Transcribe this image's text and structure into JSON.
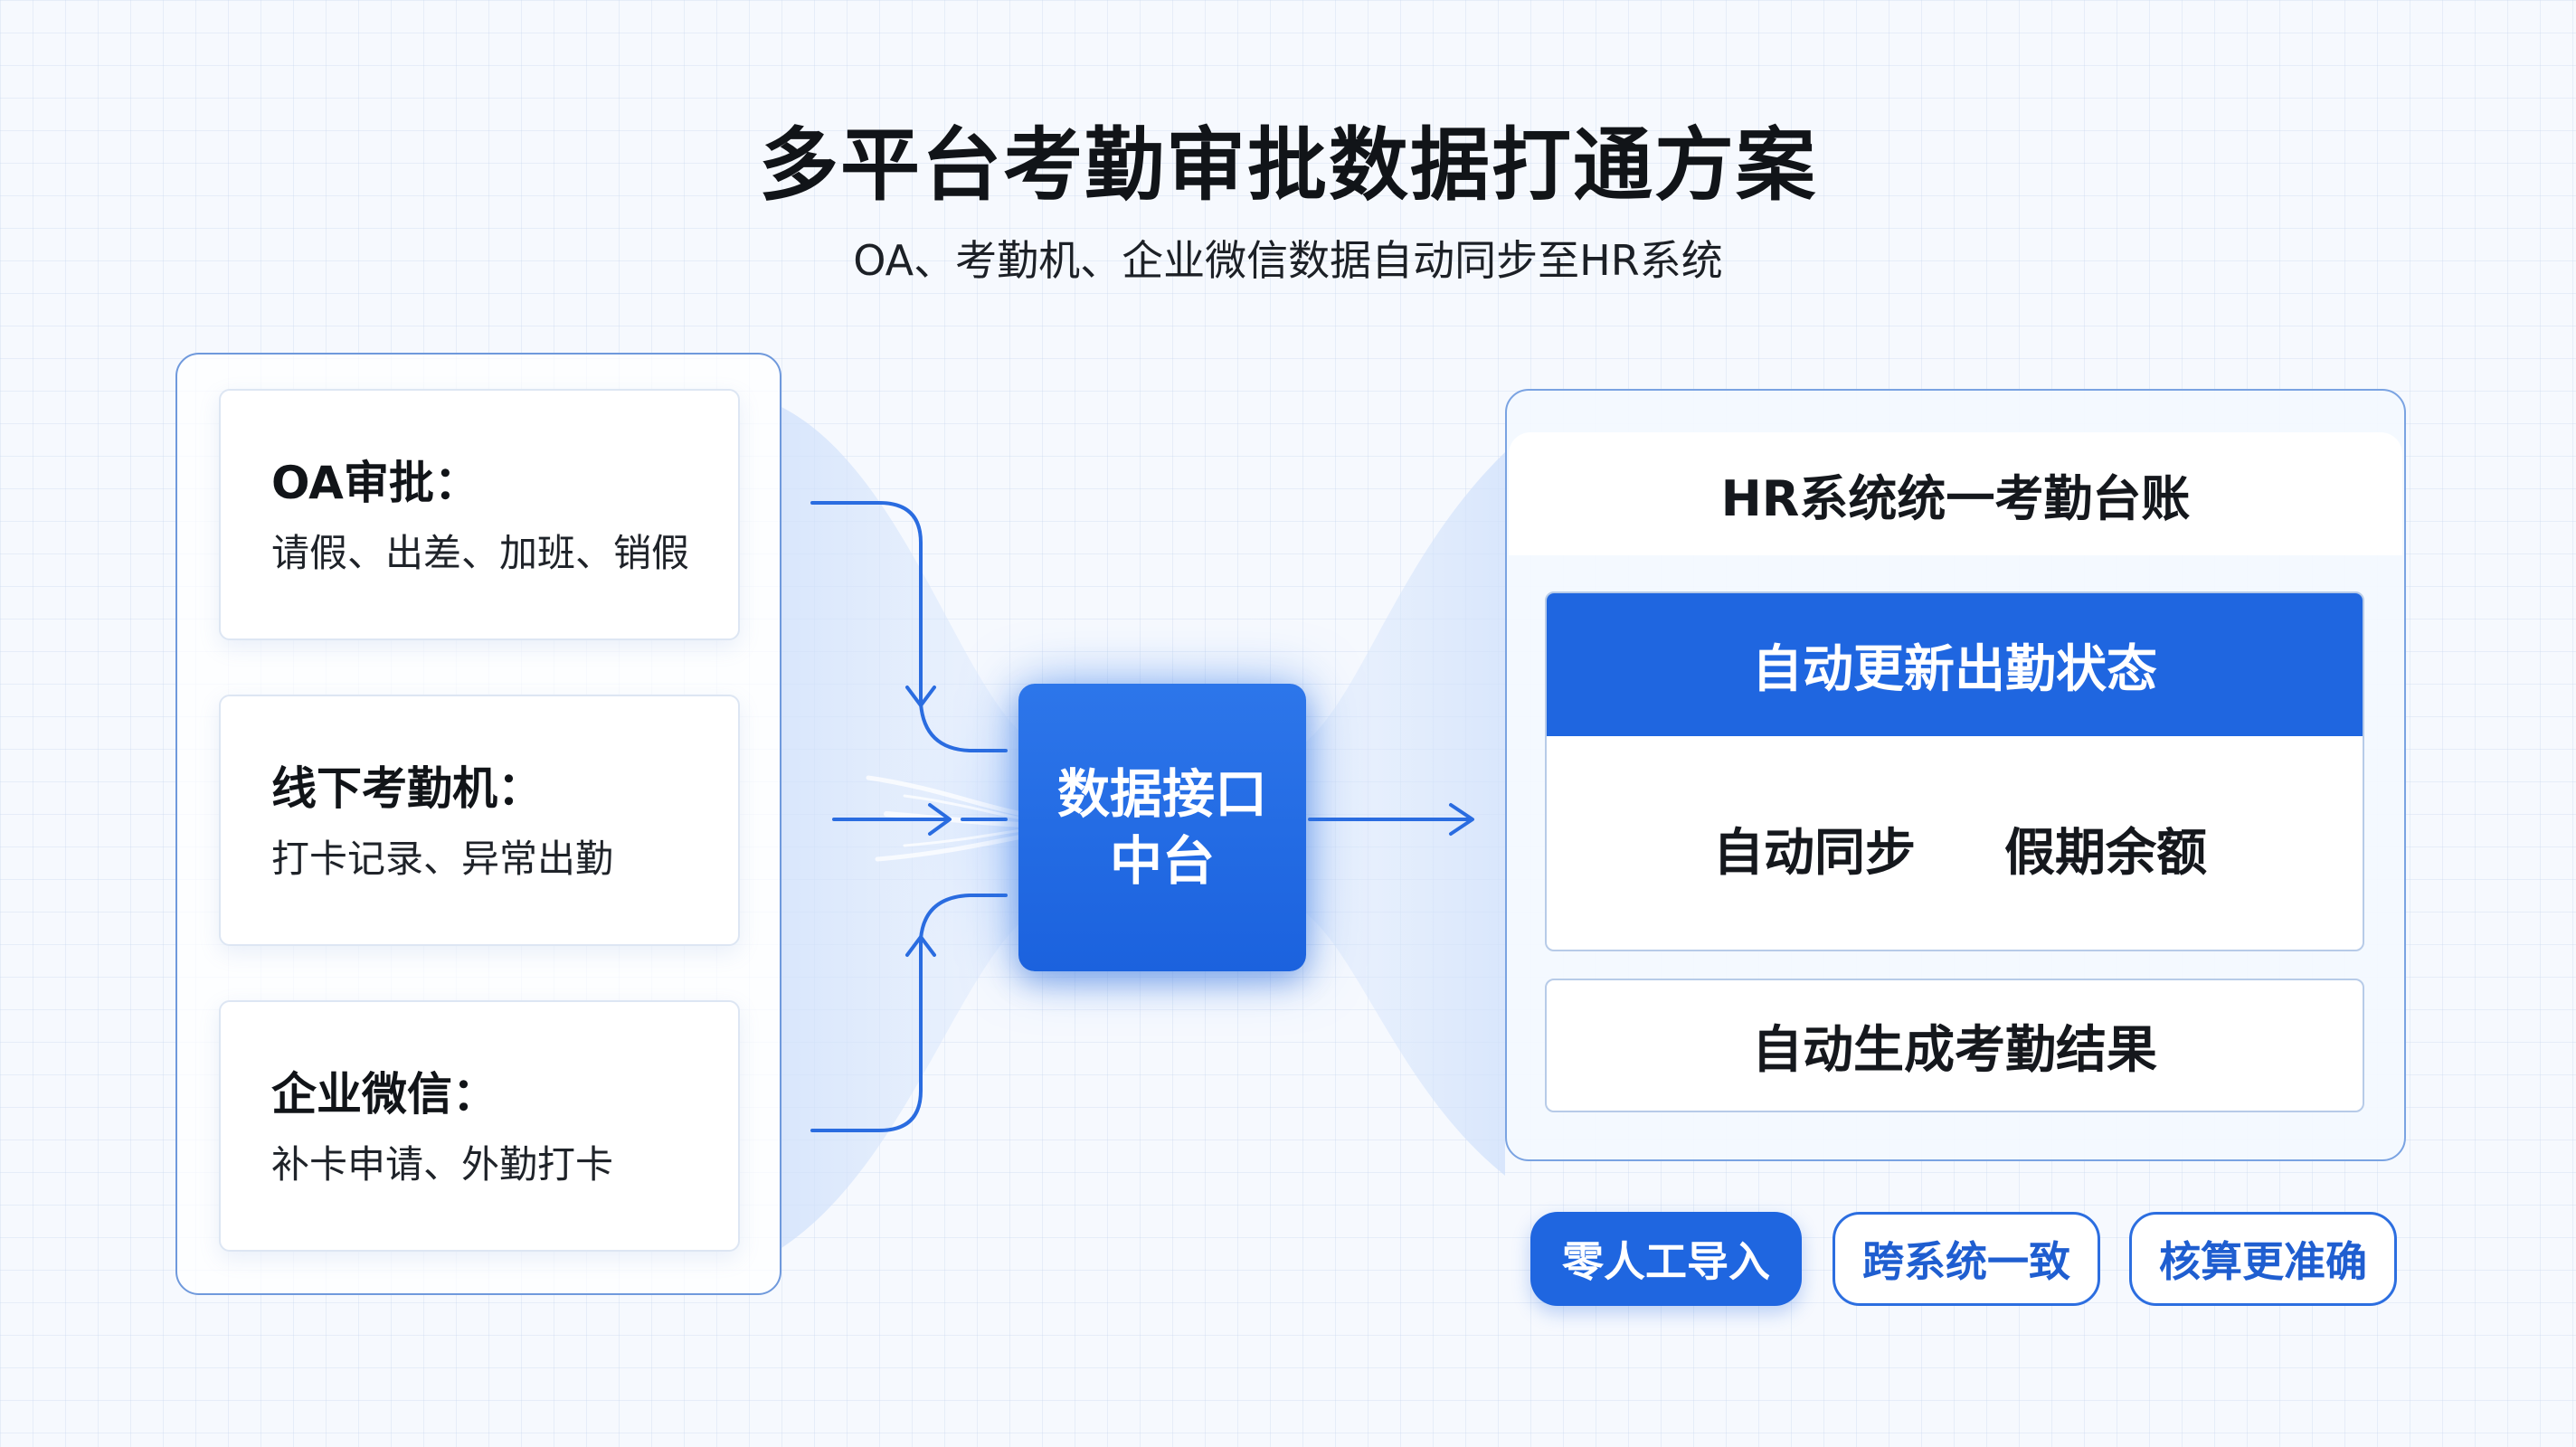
{
  "title": "多平台考勤审批数据打通方案",
  "subtitle": "OA、考勤机、企业微信数据自动同步至HR系统",
  "sources": [
    {
      "title": "OA审批：",
      "desc": "请假、出差、加班、销假"
    },
    {
      "title": "线下考勤机：",
      "desc": "打卡记录、异常出勤"
    },
    {
      "title": "企业微信：",
      "desc": "补卡申请、外勤打卡"
    }
  ],
  "hub": {
    "line1": "数据接口",
    "line2": "中台"
  },
  "hr_system": {
    "header": "HR系统统一考勤台账",
    "feature_title": "自动更新出勤状态",
    "feature_items": [
      "自动同步",
      "假期余额"
    ],
    "result": "自动生成考勤结果"
  },
  "benefits": [
    "零人工导入",
    "跨系统一致",
    "核算更准确"
  ],
  "colors": {
    "primary_blue": "#1f66e0",
    "border_blue": "#6f99dc",
    "text_dark": "#111418"
  }
}
